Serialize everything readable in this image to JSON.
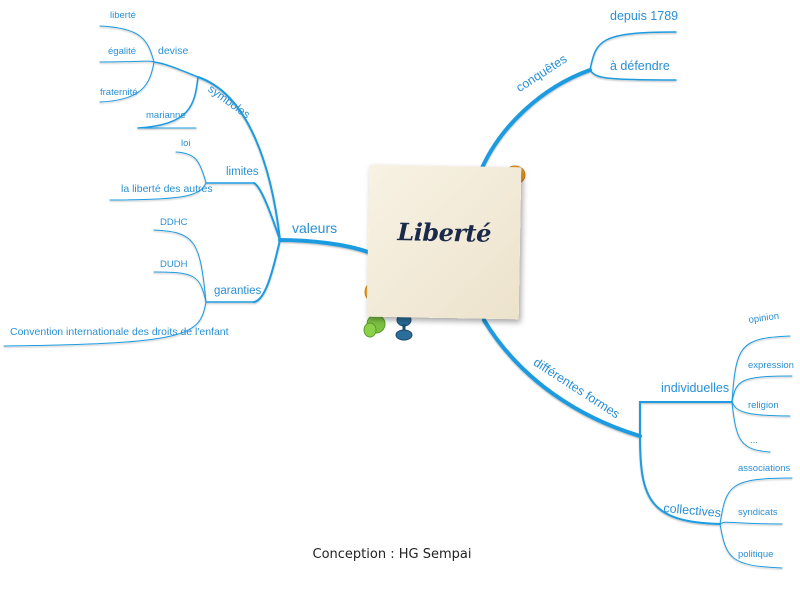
{
  "central": {
    "title": "Liberté"
  },
  "branches": {
    "valeurs": {
      "label": "valeurs",
      "symboles": {
        "label": "symboles",
        "devise": {
          "label": "devise",
          "items": [
            "liberté",
            "égalité",
            "fraternité"
          ]
        },
        "marianne": "marianne"
      },
      "limites": {
        "label": "limites",
        "items": [
          "loi",
          "la liberté des autres"
        ]
      },
      "garanties": {
        "label": "garanties",
        "items": [
          "DDHC",
          "DUDH",
          "Convention internationale des droits de l'enfant"
        ]
      }
    },
    "conquetes": {
      "label": "conquêtes",
      "items": [
        "depuis 1789",
        "à défendre"
      ]
    },
    "formes": {
      "label": "différentes formes",
      "individuelles": {
        "label": "individuelles",
        "items": [
          "opinion",
          "expression",
          "religion",
          "..."
        ]
      },
      "collectives": {
        "label": "collectives",
        "items": [
          "associations",
          "syndicats",
          "politique"
        ]
      }
    }
  },
  "footer": {
    "credit": "Conception : HG Sempai"
  },
  "colors": {
    "branch": "#1e9be0",
    "text": "#2a8fd4",
    "note": "#f4eddc"
  }
}
